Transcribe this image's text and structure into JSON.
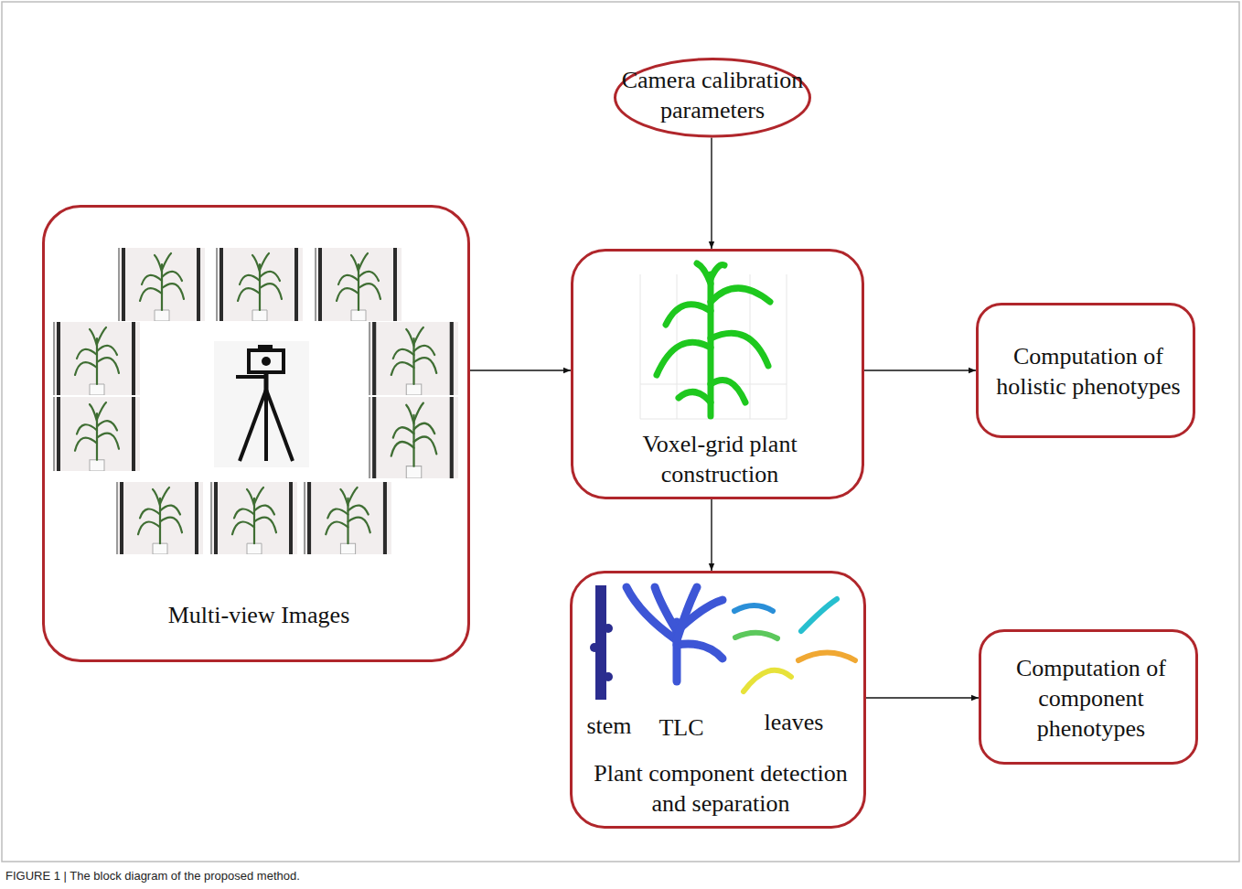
{
  "diagram": {
    "caption": "FIGURE 1 | The block diagram of the proposed method.",
    "nodes": [
      {
        "text": [
          "Camera calibration parameters"
        ]
      },
      {
        "text": [
          "Multi-view Images"
        ]
      },
      {
        "text": [
          "Voxel-grid plant construction"
        ]
      },
      {
        "text": [
          "Computation of holistic phenotypes"
        ]
      },
      {
        "text": [
          "stem",
          "TLC",
          "leaves",
          "Plant component detection and separation"
        ]
      },
      {
        "text": [
          "Computation of component phenotypes"
        ]
      }
    ],
    "edges": [
      {
        "from": 0,
        "to": 2,
        "arrow": "to"
      },
      {
        "from": 1,
        "to": 2,
        "arrow": "to"
      },
      {
        "from": 2,
        "to": 3,
        "arrow": "to"
      },
      {
        "from": 2,
        "to": 4,
        "arrow": "to"
      },
      {
        "from": 4,
        "to": 5,
        "arrow": "to"
      }
    ]
  }
}
